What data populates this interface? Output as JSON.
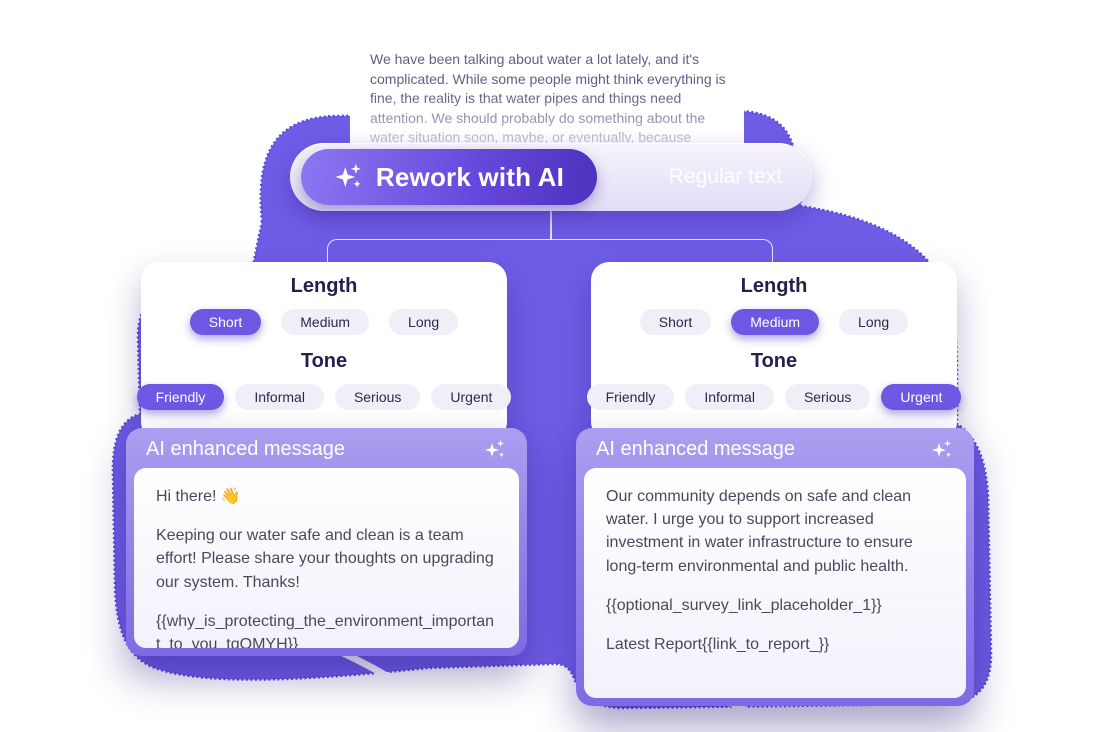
{
  "document": {
    "text": "We have been talking about water a lot lately, and it's complicated. While some people might think everything is fine, the reality is that water pipes and things need attention. We should probably do something about the water situation soon, maybe, or eventually, because water is important for you know, nature and people."
  },
  "toggle": {
    "active_label": "Rework with AI",
    "inactive_label": "Regular text"
  },
  "left_card": {
    "length_heading": "Length",
    "tone_heading": "Tone",
    "length_options": [
      {
        "label": "Short",
        "selected": true
      },
      {
        "label": "Medium",
        "selected": false
      },
      {
        "label": "Long",
        "selected": false
      }
    ],
    "tone_options": [
      {
        "label": "Friendly",
        "selected": true
      },
      {
        "label": "Informal",
        "selected": false
      },
      {
        "label": "Serious",
        "selected": false
      },
      {
        "label": "Urgent",
        "selected": false
      }
    ]
  },
  "right_card": {
    "length_heading": "Length",
    "tone_heading": "Tone",
    "length_options": [
      {
        "label": "Short",
        "selected": false
      },
      {
        "label": "Medium",
        "selected": true
      },
      {
        "label": "Long",
        "selected": false
      }
    ],
    "tone_options": [
      {
        "label": "Friendly",
        "selected": false
      },
      {
        "label": "Informal",
        "selected": false
      },
      {
        "label": "Serious",
        "selected": false
      },
      {
        "label": "Urgent",
        "selected": true
      }
    ]
  },
  "left_panel": {
    "header": "AI enhanced message",
    "paragraphs": [
      "Hi there! 👋",
      "Keeping our water safe and clean is a team effort! Please share your thoughts on upgrading our system. Thanks!",
      "{{why_is_protecting_the_environment_important_to_you_tqOMYH}}"
    ]
  },
  "right_panel": {
    "header": "AI enhanced message",
    "paragraphs": [
      "Our community depends on safe and clean water. I urge you to support increased investment in water infrastructure to ensure long-term environmental and public health.",
      "{{optional_survey_link_placeholder_1}}",
      "Latest Report{{link_to_report_}}"
    ]
  },
  "colors": {
    "blob": "#6e5de6",
    "blob_edge": "#5b49d6",
    "accent": "#6c58e2",
    "toggle_gradient_start": "#8d77f1",
    "toggle_gradient_end": "#4e31bd",
    "heading_navy": "#23224e",
    "message_text": "#49495c"
  }
}
